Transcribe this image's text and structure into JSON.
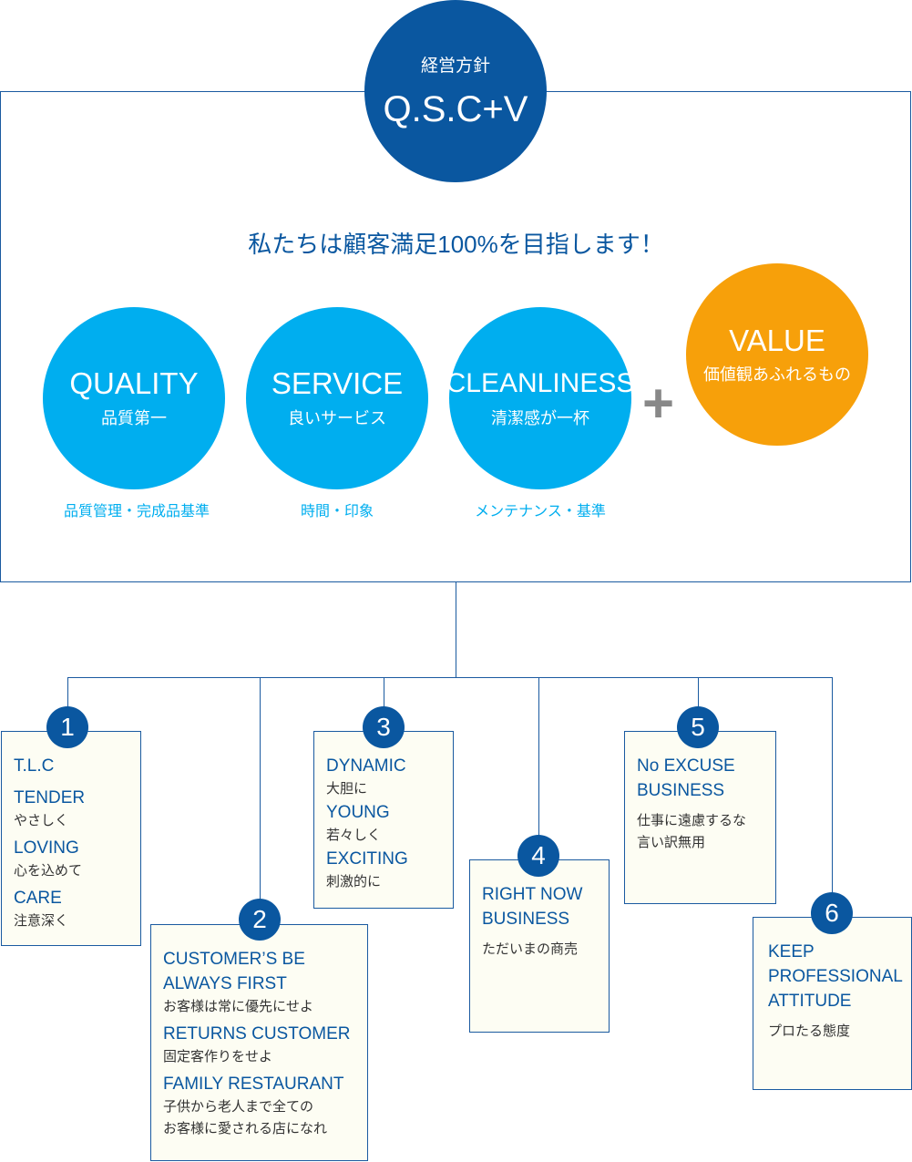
{
  "header": {
    "subtitle": "経営方針",
    "title": "Q.S.C+V"
  },
  "slogan": "私たちは顧客満足100%を目指します！",
  "pillars": [
    {
      "en": "QUALITY",
      "jp": "品質第一",
      "note": "品質管理・完成品基準"
    },
    {
      "en": "SERVICE",
      "jp": "良いサービス",
      "note": "時間・印象"
    },
    {
      "en": "CLEANLINESS",
      "jp": "清潔感が一杯",
      "note": "メンテナンス・基準"
    }
  ],
  "plus": "+",
  "value": {
    "en": "VALUE",
    "jp": "価値観あふれるもの"
  },
  "colors": {
    "dark_blue": "#0a57a0",
    "cyan": "#00aeef",
    "orange": "#f7a00a"
  },
  "items": [
    {
      "num": "1",
      "title": "T.L.C",
      "lines": [
        {
          "en": "TENDER",
          "jp": "やさしく"
        },
        {
          "en": "LOVING",
          "jp": "心を込めて"
        },
        {
          "en": "CARE",
          "jp": "注意深く"
        }
      ]
    },
    {
      "num": "2",
      "lines": [
        {
          "en": "CUSTOMER’S BE",
          "en2": "ALWAYS FIRST",
          "jp": "お客様は常に優先にせよ"
        },
        {
          "en": "RETURNS CUSTOMER",
          "jp": "固定客作りをせよ"
        },
        {
          "en": "FAMILY RESTAURANT",
          "jp": "子供から老人まで全ての",
          "jp2": "お客様に愛される店になれ"
        }
      ]
    },
    {
      "num": "3",
      "lines": [
        {
          "en": "DYNAMIC",
          "jp": "大胆に"
        },
        {
          "en": "YOUNG",
          "jp": "若々しく"
        },
        {
          "en": "EXCITING",
          "jp": "刺激的に"
        }
      ]
    },
    {
      "num": "4",
      "en": "RIGHT NOW",
      "en2": "BUSINESS",
      "jp": "ただいまの商売"
    },
    {
      "num": "5",
      "en": "No EXCUSE",
      "en2": "BUSINESS",
      "jp": "仕事に遠慮するな",
      "jp2": "言い訳無用"
    },
    {
      "num": "6",
      "en": "KEEP",
      "en2": "PROFESSIONAL",
      "en3": "ATTITUDE",
      "jp": "プロたる態度"
    }
  ]
}
